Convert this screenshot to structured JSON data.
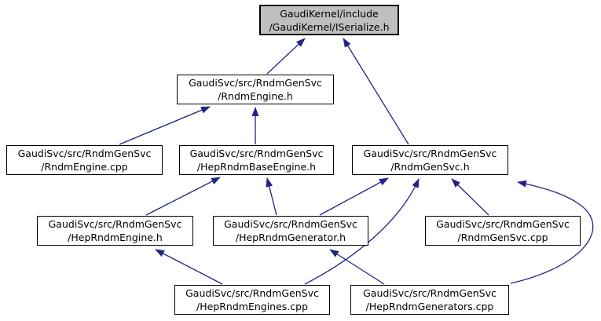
{
  "diagram": {
    "type": "include-dependency-graph",
    "edge_color": "#22228a",
    "highlight_fill": "#bfbfbf",
    "nodes": [
      {
        "id": "iserialize-h",
        "line1": "GaudiKernel/include",
        "line2": "/GaudiKernel/ISerialize.h",
        "highlighted": true
      },
      {
        "id": "rndmengine-h",
        "line1": "GaudiSvc/src/RndmGenSvc",
        "line2": "/RndmEngine.h"
      },
      {
        "id": "rndmengine-cpp",
        "line1": "GaudiSvc/src/RndmGenSvc",
        "line2": "/RndmEngine.cpp"
      },
      {
        "id": "heprndmbaseengine-h",
        "line1": "GaudiSvc/src/RndmGenSvc",
        "line2": "/HepRndmBaseEngine.h"
      },
      {
        "id": "rndmgensvc-h",
        "line1": "GaudiSvc/src/RndmGenSvc",
        "line2": "/RndmGenSvc.h"
      },
      {
        "id": "heprndmengine-h",
        "line1": "GaudiSvc/src/RndmGenSvc",
        "line2": "/HepRndmEngine.h"
      },
      {
        "id": "heprndmgenerator-h",
        "line1": "GaudiSvc/src/RndmGenSvc",
        "line2": "/HepRndmGenerator.h"
      },
      {
        "id": "rndmgensvc-cpp",
        "line1": "GaudiSvc/src/RndmGenSvc",
        "line2": "/RndmGenSvc.cpp"
      },
      {
        "id": "heprndmengines-cpp",
        "line1": "GaudiSvc/src/RndmGenSvc",
        "line2": "/HepRndmEngines.cpp"
      },
      {
        "id": "heprndmgenerators-cpp",
        "line1": "GaudiSvc/src/RndmGenSvc",
        "line2": "/HepRndmGenerators.cpp"
      }
    ],
    "edges": [
      {
        "from": "rndmengine-h",
        "to": "iserialize-h"
      },
      {
        "from": "rndmgensvc-h",
        "to": "iserialize-h"
      },
      {
        "from": "rndmengine-cpp",
        "to": "rndmengine-h"
      },
      {
        "from": "heprndmbaseengine-h",
        "to": "rndmengine-h"
      },
      {
        "from": "heprndmengine-h",
        "to": "heprndmbaseengine-h"
      },
      {
        "from": "heprndmgenerator-h",
        "to": "heprndmbaseengine-h"
      },
      {
        "from": "heprndmgenerator-h",
        "to": "rndmgensvc-h"
      },
      {
        "from": "heprndmengines-cpp",
        "to": "rndmgensvc-h"
      },
      {
        "from": "rndmgensvc-cpp",
        "to": "rndmgensvc-h"
      },
      {
        "from": "heprndmgenerators-cpp",
        "to": "rndmgensvc-h"
      },
      {
        "from": "heprndmengines-cpp",
        "to": "heprndmengine-h"
      },
      {
        "from": "heprndmgenerators-cpp",
        "to": "heprndmgenerator-h"
      }
    ]
  }
}
